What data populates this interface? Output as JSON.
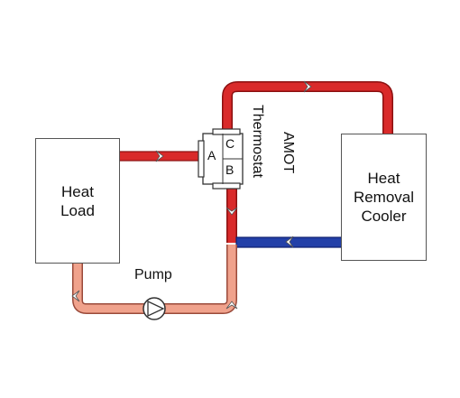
{
  "heat_load": {
    "line1": "Heat",
    "line2": "Load"
  },
  "cooler": {
    "line1": "Heat",
    "line2": "Removal",
    "line3": "Cooler"
  },
  "pump_label": "Pump",
  "thermostat_label": "Thermostat",
  "amot_label": "AMOT",
  "ports": {
    "a": "A",
    "b": "B",
    "c": "C"
  },
  "colors": {
    "hot": "#d92a2a",
    "hot_outline": "#8a1010",
    "cold": "#2340a8",
    "cold_outline": "#0e1f6e",
    "return": "#f0a28c",
    "return_outline": "#9a4a3a",
    "box_border": "#555555"
  }
}
